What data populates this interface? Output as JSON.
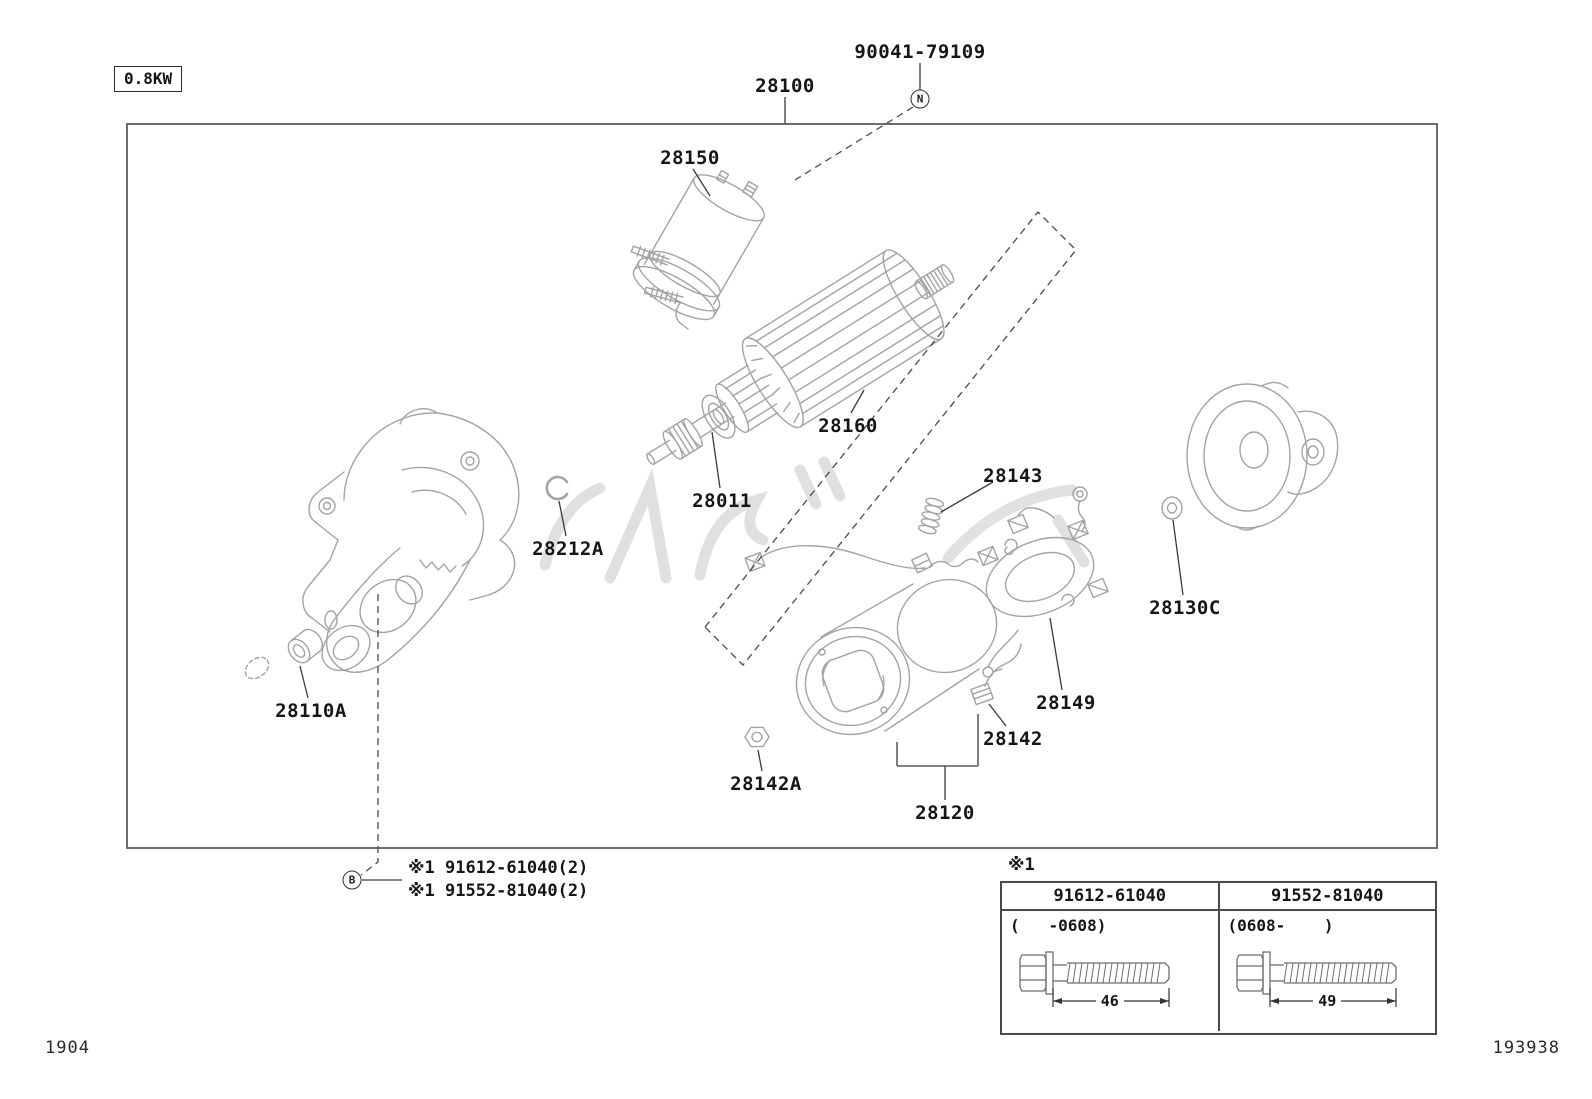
{
  "meta": {
    "power_rating": "0.8KW",
    "sheet_number_left": "1904",
    "sheet_number_right": "193938"
  },
  "markers": {
    "nut_marker": "N",
    "bolt_marker": "B"
  },
  "fastener_number": "90041-79109",
  "parts": {
    "starter_assembly": "28100",
    "magnet_switch": "28150",
    "armature": "28160",
    "clutch_sub_assembly": "28011",
    "snap_ring": "28212A",
    "brush_spring": "28143",
    "bearing_cover_washer": "28130C",
    "brush_holder": "28149",
    "bearing": "28110A",
    "terminal_lead": "28142",
    "nut": "28142A",
    "yoke_sub_assembly": "28120"
  },
  "notes": {
    "line1": "※1 91612-61040(2)",
    "line2": "※1 91552-81040(2)"
  },
  "table": {
    "ref": "※1",
    "columns": [
      {
        "part_number": "91612-61040",
        "applicability": "(   -0608)",
        "length_mm": "46"
      },
      {
        "part_number": "91552-81040",
        "applicability": "(0608-    )",
        "length_mm": "49"
      }
    ]
  }
}
